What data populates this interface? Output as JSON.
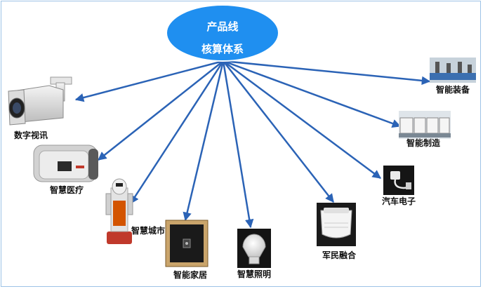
{
  "diagram": {
    "center": {
      "line1": "产品线",
      "line2": "核算体系",
      "fill_color": "#1f8ff0",
      "border_color": "#ffffff"
    },
    "arrow_color": "#2b63b6",
    "nodes": [
      {
        "id": "camera",
        "label": "数字视讯",
        "icon": "security-camera-photo"
      },
      {
        "id": "medical",
        "label": "智慧医疗",
        "icon": "medical-device-photo"
      },
      {
        "id": "city",
        "label": "智慧城市",
        "icon": "robot-photo"
      },
      {
        "id": "home",
        "label": "智能家居",
        "icon": "smart-panel-photo"
      },
      {
        "id": "lighting",
        "label": "智慧照明",
        "icon": "led-bulb-photo"
      },
      {
        "id": "military",
        "label": "军民融合",
        "icon": "smoke-detector-photo"
      },
      {
        "id": "auto",
        "label": "汽车电子",
        "icon": "automotive-cable-photo"
      },
      {
        "id": "mfg",
        "label": "智能制造",
        "icon": "factory-line-photo"
      },
      {
        "id": "equip",
        "label": "智能装备",
        "icon": "assembly-line-photo"
      }
    ]
  }
}
